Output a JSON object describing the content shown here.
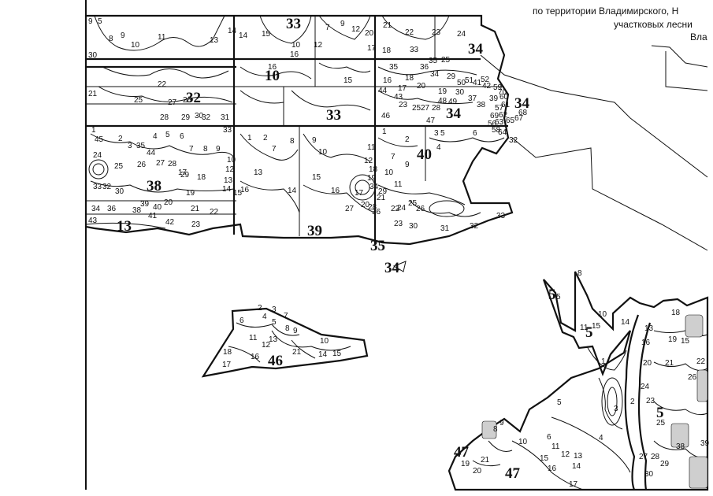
{
  "header": {
    "line1": "по территории Владимирского, Н",
    "line2": "участковых лесни",
    "line3": "Вла"
  },
  "quarters": [
    {
      "label": "33"
    },
    {
      "label": "10"
    },
    {
      "label": "32"
    },
    {
      "label": "33"
    },
    {
      "label": "34"
    },
    {
      "label": "34"
    },
    {
      "label": "34"
    },
    {
      "label": "40"
    },
    {
      "label": "38"
    },
    {
      "label": "39"
    },
    {
      "label": "13"
    },
    {
      "label": "35"
    },
    {
      "label": "34"
    },
    {
      "label": "46"
    },
    {
      "label": "5"
    },
    {
      "label": "5"
    },
    {
      "label": "5"
    },
    {
      "label": "47"
    },
    {
      "label": "47"
    }
  ],
  "plots": {
    "a": [
      "9",
      "5",
      "8",
      "9",
      "10",
      "11",
      "13",
      "14",
      "14",
      "15",
      "7",
      "9",
      "12",
      "20",
      "21",
      "22",
      "23",
      "24",
      "30",
      "16",
      "10",
      "12",
      "17",
      "18",
      "35",
      "36",
      "33",
      "35",
      "25",
      "16",
      "15",
      "16",
      "17",
      "18",
      "20",
      "34",
      "19",
      "23",
      "25",
      "27",
      "28",
      "29",
      "30",
      "37",
      "38",
      "39",
      "41",
      "42",
      "44",
      "43",
      "46",
      "47",
      "48",
      "49",
      "50",
      "51",
      "52",
      "59",
      "60",
      "61",
      "62",
      "63",
      "64",
      "65",
      "67",
      "68",
      "69",
      "70",
      "56",
      "58",
      "57",
      "32"
    ],
    "b": [
      "21",
      "22",
      "25",
      "26",
      "27",
      "28",
      "29",
      "30",
      "31",
      "32",
      "33",
      "1",
      "2",
      "3",
      "35",
      "4",
      "5",
      "6",
      "7",
      "8",
      "9",
      "10",
      "12",
      "13",
      "14",
      "15",
      "16",
      "17",
      "18",
      "19",
      "20",
      "21",
      "22",
      "23",
      "24",
      "25",
      "26",
      "27",
      "28",
      "29",
      "30",
      "32",
      "33",
      "34",
      "36",
      "38",
      "39",
      "40",
      "41",
      "42",
      "43",
      "45",
      "44"
    ],
    "c": [
      "1",
      "2",
      "7",
      "8",
      "9",
      "10",
      "11",
      "12",
      "13",
      "14",
      "15",
      "16",
      "17",
      "18",
      "19",
      "20",
      "21",
      "22",
      "23",
      "24",
      "25",
      "26",
      "27",
      "28",
      "29",
      "30",
      "31",
      "32",
      "33",
      "34",
      "36",
      "1",
      "2",
      "3",
      "4",
      "5",
      "6",
      "7",
      "9",
      "10",
      "11"
    ],
    "d": [
      "2",
      "3",
      "4",
      "5",
      "6",
      "7",
      "8",
      "9",
      "10",
      "11",
      "12",
      "13",
      "14",
      "15",
      "16",
      "17",
      "18",
      "21"
    ],
    "e": [
      "8",
      "5",
      "11",
      "15",
      "10",
      "14",
      "13",
      "16",
      "18",
      "19",
      "15",
      "20",
      "21",
      "22",
      "24",
      "26",
      "1",
      "2",
      "3",
      "4",
      "5",
      "23",
      "25",
      "27",
      "28",
      "29",
      "30",
      "38",
      "39",
      "6",
      "8",
      "9",
      "10",
      "11",
      "12",
      "13",
      "14",
      "15",
      "16",
      "17",
      "19",
      "20",
      "21"
    ]
  }
}
